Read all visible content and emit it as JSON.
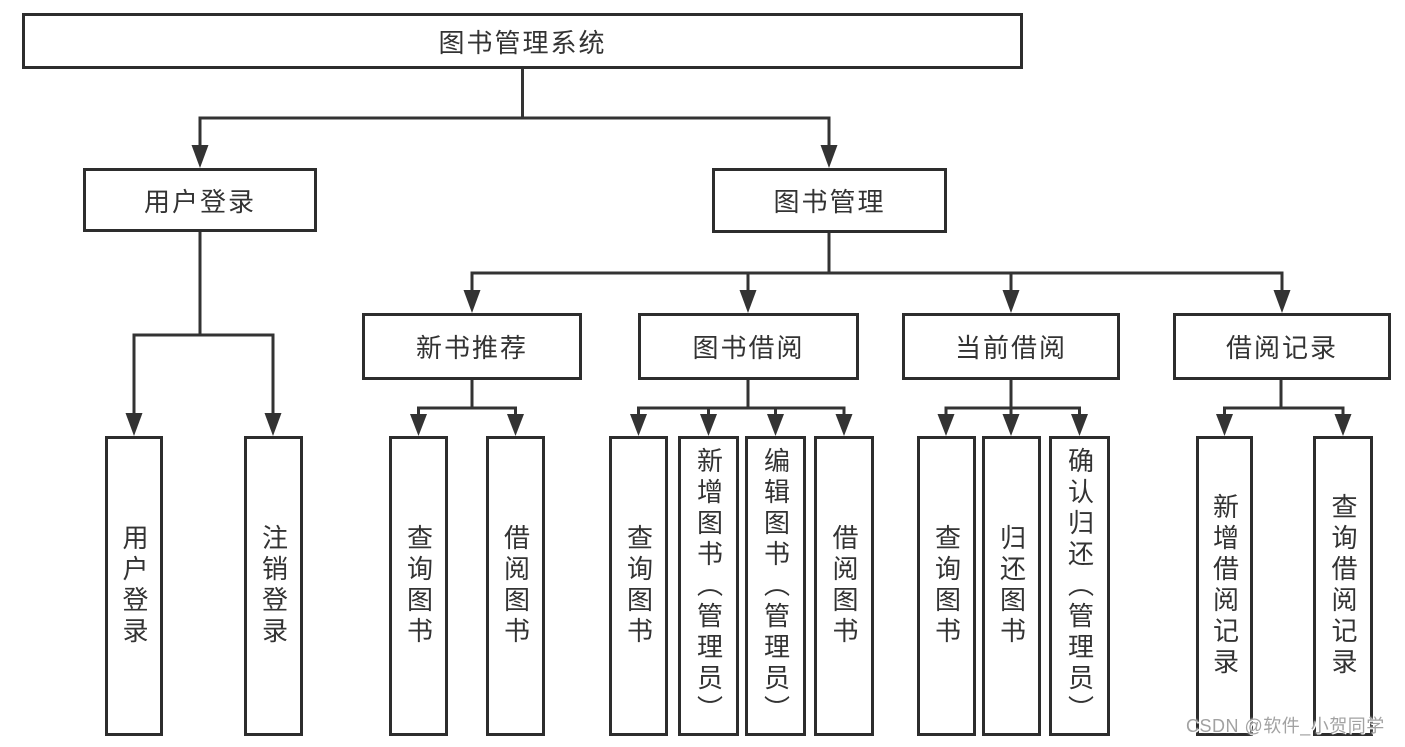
{
  "diagram": {
    "root": {
      "label": "图书管理系统"
    },
    "login": {
      "label": "用户登录",
      "children": [
        {
          "label": "用户登录"
        },
        {
          "label": "注销登录"
        }
      ]
    },
    "manage": {
      "label": "图书管理",
      "children": [
        {
          "label": "新书推荐",
          "children": [
            {
              "label": "查询图书"
            },
            {
              "label": "借阅图书"
            }
          ]
        },
        {
          "label": "图书借阅",
          "children": [
            {
              "label": "查询图书"
            },
            {
              "label": "新增图书（管理员）"
            },
            {
              "label": "编辑图书（管理员）"
            },
            {
              "label": "借阅图书"
            }
          ]
        },
        {
          "label": "当前借阅",
          "children": [
            {
              "label": "查询图书"
            },
            {
              "label": "归还图书"
            },
            {
              "label": "确认归还（管理员）"
            }
          ]
        },
        {
          "label": "借阅记录",
          "children": [
            {
              "label": "新增借阅记录"
            },
            {
              "label": "查询借阅记录"
            }
          ]
        }
      ]
    },
    "watermark": "CSDN @软件_小贺同学",
    "colors": {
      "line": "#333333",
      "box_border": "#2d2d2d",
      "text": "#333333",
      "watermark": "#a2a2a2",
      "background": "#ffffff"
    }
  }
}
